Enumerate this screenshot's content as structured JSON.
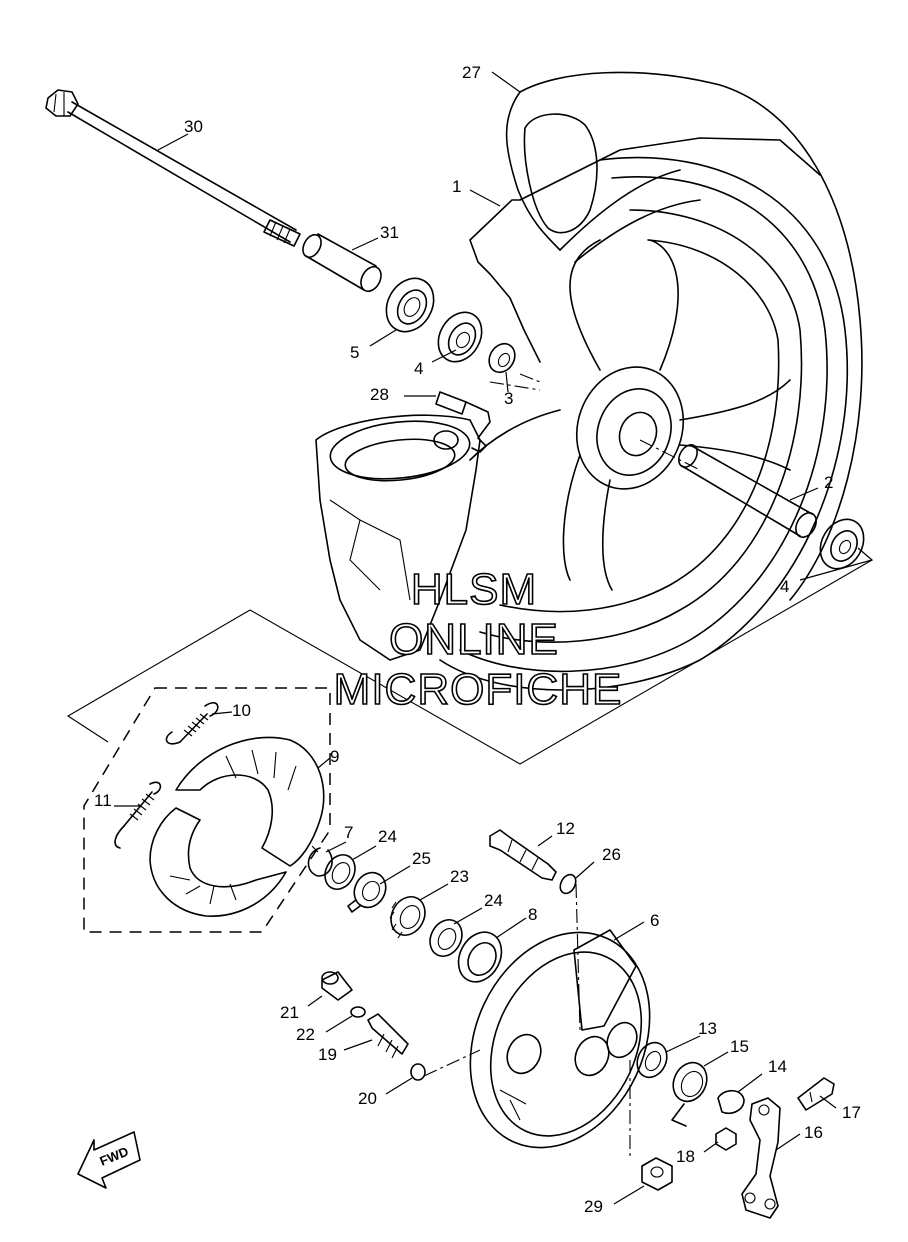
{
  "diagram": {
    "part_numbers": {
      "p1": "1",
      "p2": "2",
      "p3": "3",
      "p4a": "4",
      "p4b": "4",
      "p5": "5",
      "p6": "6",
      "p7": "7",
      "p8": "8",
      "p9": "9",
      "p10": "10",
      "p11": "11",
      "p12": "12",
      "p13": "13",
      "p14": "14",
      "p15": "15",
      "p16": "16",
      "p17": "17",
      "p18": "18",
      "p19": "19",
      "p20": "20",
      "p21": "21",
      "p22": "22",
      "p23": "23",
      "p24a": "24",
      "p24b": "24",
      "p25": "25",
      "p26": "26",
      "p27": "27",
      "p28": "28",
      "p29": "29",
      "p30": "30",
      "p31": "31"
    },
    "watermark": {
      "line1": "HLSM",
      "line2": "ONLINE",
      "line3": "MICROFICHE"
    },
    "fwd_label": "FWD",
    "line_color": "#000000",
    "background": "#ffffff"
  }
}
